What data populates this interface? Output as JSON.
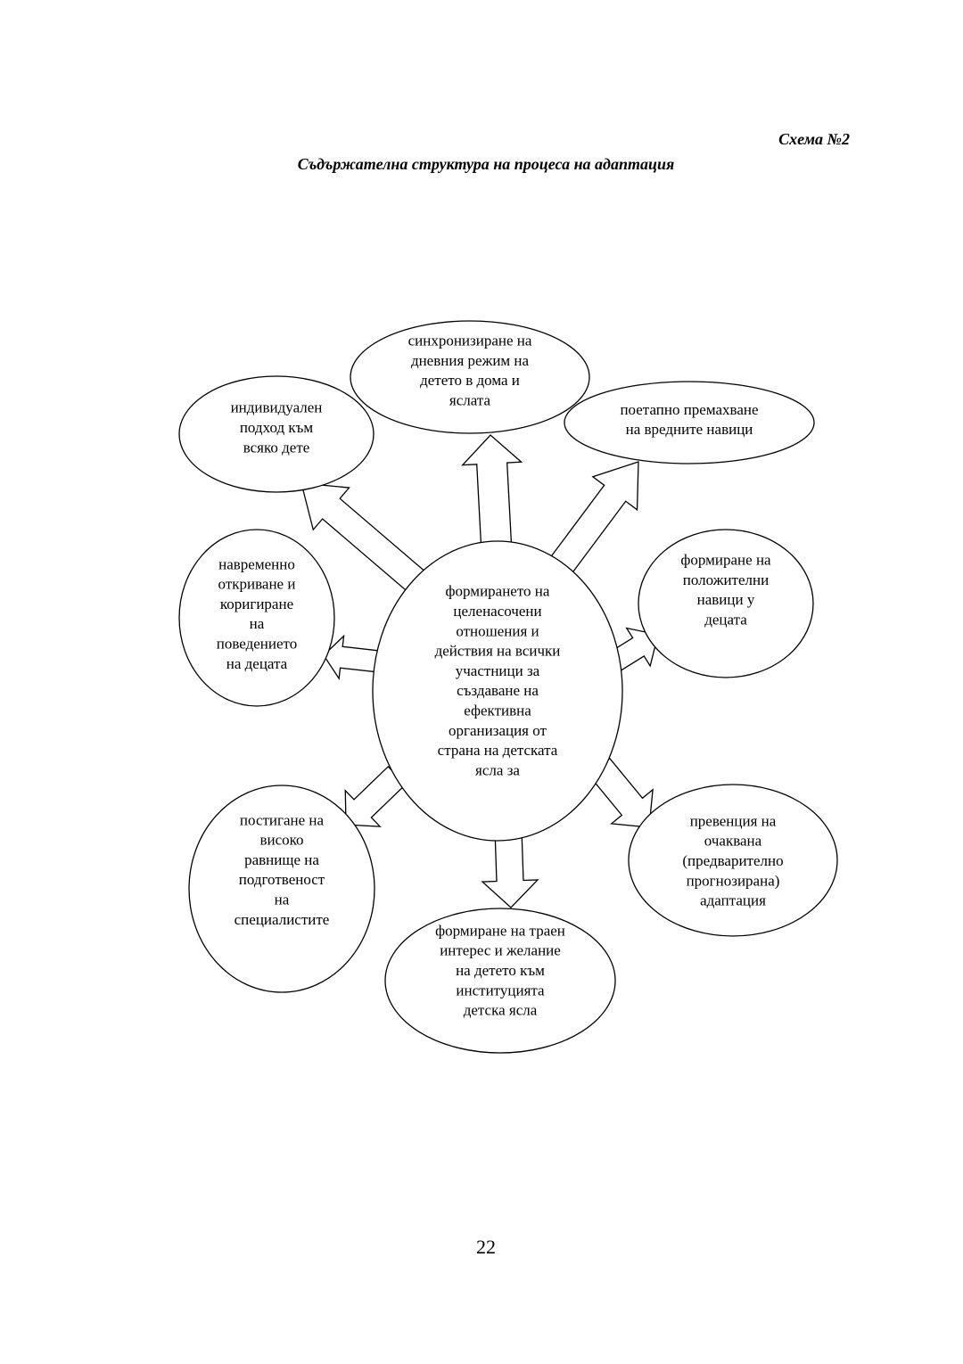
{
  "header": {
    "scheme_number": "Схема №2",
    "title": "Съдържателна структура на процеса на адаптация"
  },
  "diagram": {
    "center": {
      "id": "center",
      "lines": [
        "формирането на",
        "целенасочени",
        "отношения и",
        "действия на всички",
        "участници за",
        "създаване на",
        "ефективна",
        "организация от",
        "страна на детската",
        "ясла за"
      ]
    },
    "nodes": [
      {
        "id": "sync",
        "lines": [
          "синхронизиране на",
          "дневния режим на",
          "детето в дома и",
          "яслата"
        ]
      },
      {
        "id": "individual",
        "lines": [
          "индивидуален",
          "подход към",
          "всяко дете"
        ]
      },
      {
        "id": "remove-habits",
        "lines": [
          "поетапно премахване",
          "на вредните навици"
        ]
      },
      {
        "id": "positive-habits",
        "lines": [
          "формиране на",
          "положителни",
          "навици у",
          "децата"
        ]
      },
      {
        "id": "timely-detection",
        "lines": [
          "навременно",
          "откриване и",
          "коригиране",
          "на",
          "поведението",
          "на децата"
        ]
      },
      {
        "id": "specialists",
        "lines": [
          "постигане на",
          "високо",
          "равнище на",
          "подготвеност",
          "на",
          "специалистите"
        ]
      },
      {
        "id": "lasting-interest",
        "lines": [
          "формиране на траен",
          "интерес и желание",
          "на детето към",
          "институцията",
          "детска ясла"
        ]
      },
      {
        "id": "prevention",
        "lines": [
          "превенция на",
          "очаквана",
          "(предварително",
          "прогнозирана)",
          "адаптация"
        ]
      }
    ]
  },
  "footer": {
    "page_number": "22"
  }
}
